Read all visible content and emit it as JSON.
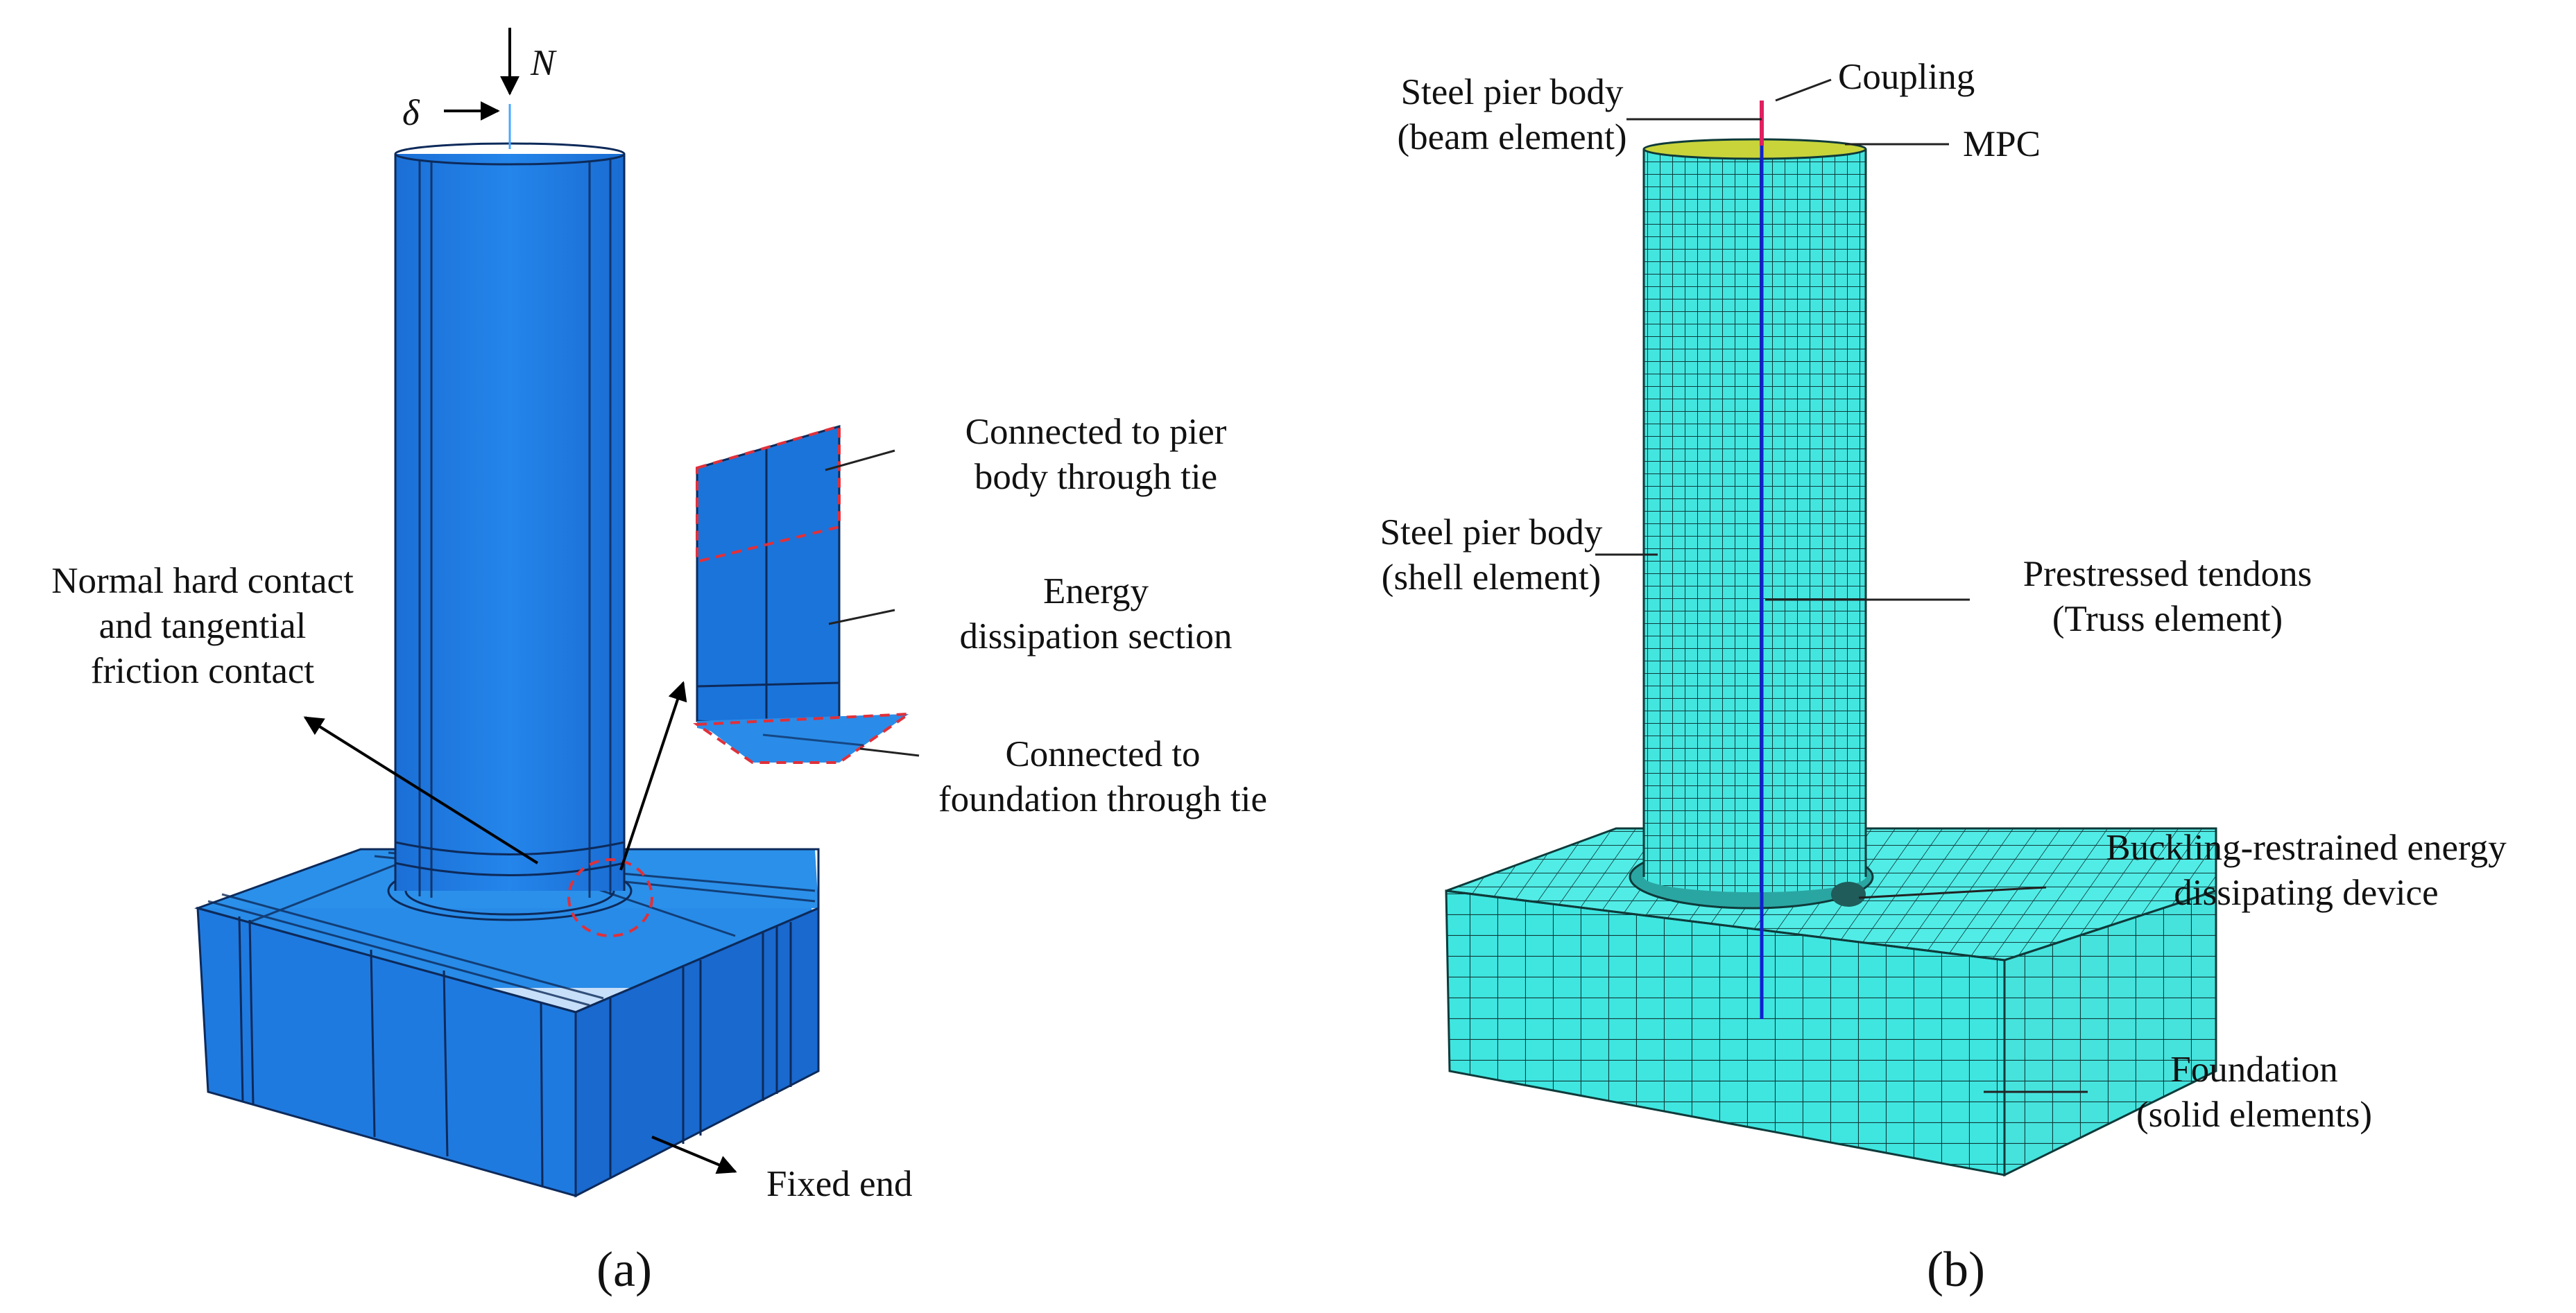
{
  "panel_a": {
    "caption": "(a)",
    "load_label": "N",
    "disp_label": "δ",
    "contact_label": [
      "Normal hard contact",
      "and tangential",
      "friction contact"
    ],
    "tie_pier_label": [
      "Connected to pier",
      "body through tie"
    ],
    "energy_label": [
      "Energy",
      "dissipation section"
    ],
    "tie_foundation_label": [
      "Connected to",
      "foundation through tie"
    ],
    "fixed_label": "Fixed end"
  },
  "panel_b": {
    "caption": "(b)",
    "beam_label": [
      "Steel pier body",
      "(beam element)"
    ],
    "coupling_label": "Coupling",
    "mpc_label": "MPC",
    "shell_label": [
      "Steel pier body",
      "(shell element)"
    ],
    "tendon_label": [
      "Prestressed tendons",
      "(Truss element)"
    ],
    "device_label": [
      "Buckling-restrained energy",
      "dissipating device"
    ],
    "foundation_label": [
      "Foundation",
      "(solid elements)"
    ]
  },
  "colors": {
    "solid_blue": "#1e7be0",
    "solid_blue_dark": "#1461bb",
    "solid_blue_top": "#2a8ce8",
    "mesh_cyan": "#3fe6e0",
    "mesh_line": "#0f3a3a",
    "tie_red": "#e0303a",
    "tendon_blue": "#1020d0"
  }
}
